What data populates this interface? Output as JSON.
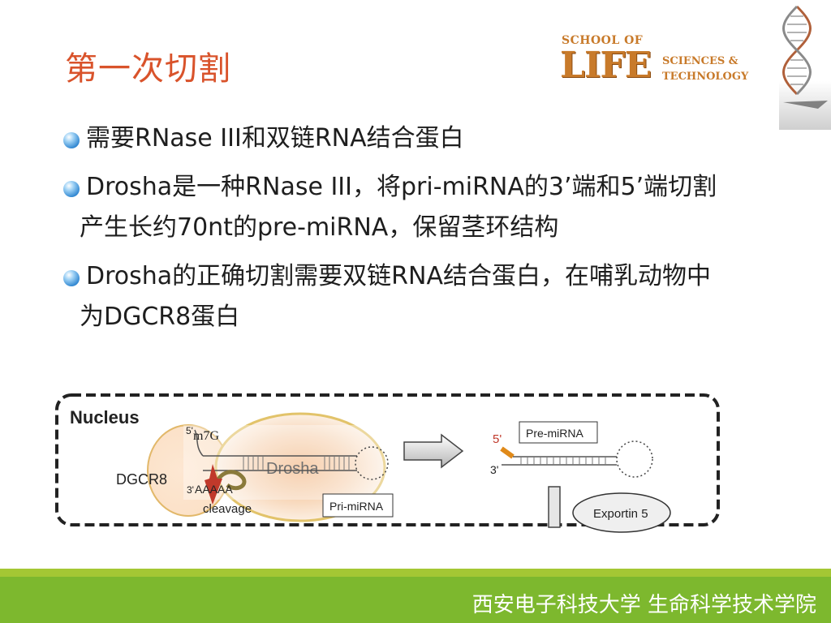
{
  "title": "第一次切割",
  "logo": {
    "school": "SCHOOL OF",
    "life": "LIFE",
    "line1": "SCIENCES &",
    "line2": "TECHNOLOGY"
  },
  "bullets": [
    "需要RNase III和双链RNA结合蛋白",
    "Drosha是一种RNase III，将pri-miRNA的3’端和5’端切割产生长约70nt的pre-miRNA，保留茎环结构",
    "Drosha的正确切割需要双链RNA结合蛋白，在哺乳动物中为DGCR8蛋白"
  ],
  "figure": {
    "nucleus": "Nucleus",
    "dgcr8": "DGCR8",
    "drosha": "Drosha",
    "m7g": "m7G",
    "five_prime": "5'",
    "three_prime": "3'",
    "poly_a": "AAAAA",
    "cleavage": "cleavage",
    "pri_mirna": "Pri-miRNA",
    "pre_mirna": "Pre-miRNA",
    "pre_five": "5'",
    "pre_three": "3'",
    "exportin": "Exportin 5"
  },
  "footer": "西安电子科技大学  生命科学技术学院",
  "colors": {
    "title": "#d9532b",
    "footer": "#7db82e",
    "footer_line": "#a4c734",
    "logo": "#c87a2a"
  }
}
